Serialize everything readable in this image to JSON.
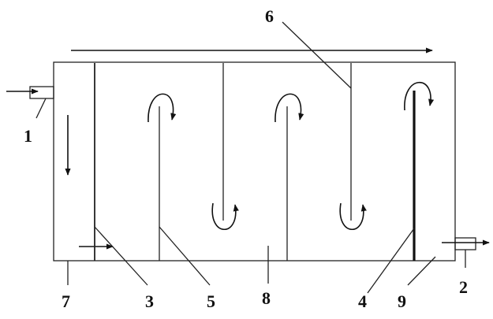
{
  "labels": {
    "inlet": "1",
    "outlet": "2",
    "first_slanted_plate": "3",
    "last_slanted_plate": "4",
    "slanted_plate_5": "5",
    "hanging_baffle": "6",
    "inlet_chamber": "7",
    "bottom_chamber": "8",
    "outlet_chamber": "9"
  }
}
